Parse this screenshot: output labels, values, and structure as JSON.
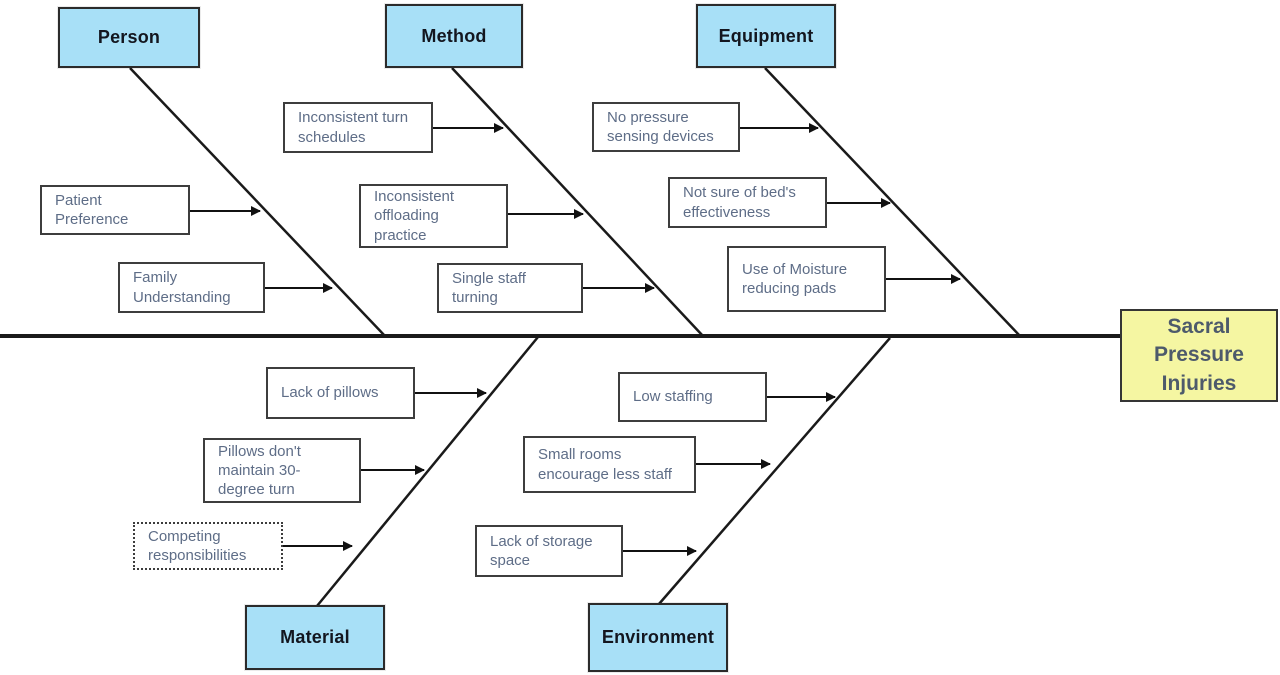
{
  "diagram_type": "fishbone-cause-effect",
  "effect": {
    "label": "Sacral Pressure Injuries"
  },
  "categories": [
    {
      "label": "Person",
      "position": "top",
      "causes": [
        {
          "label": "Patient Preference"
        },
        {
          "label": "Family Understanding"
        }
      ]
    },
    {
      "label": "Method",
      "position": "top",
      "causes": [
        {
          "label": "Inconsistent turn schedules"
        },
        {
          "label": "Inconsistent offloading practice"
        },
        {
          "label": "Single staff turning"
        }
      ]
    },
    {
      "label": "Equipment",
      "position": "top",
      "causes": [
        {
          "label": "No pressure sensing devices"
        },
        {
          "label": "Not sure of bed's effectiveness"
        },
        {
          "label": "Use of Moisture reducing pads"
        }
      ]
    },
    {
      "label": "Material",
      "position": "bottom",
      "causes": [
        {
          "label": "Lack of pillows"
        },
        {
          "label": "Pillows don't maintain 30-degree turn"
        },
        {
          "label": "Competing responsibilities",
          "border_style": "dotted"
        }
      ]
    },
    {
      "label": "Environment",
      "position": "bottom",
      "causes": [
        {
          "label": "Low staffing"
        },
        {
          "label": "Small rooms encourage less staff"
        },
        {
          "label": "Lack of storage space"
        }
      ]
    }
  ],
  "colors": {
    "category_fill": "#a8e0f7",
    "effect_fill": "#f5f6a2",
    "cause_text": "#5e6d87",
    "line": "#1a1a1a",
    "background": "#ffffff"
  }
}
